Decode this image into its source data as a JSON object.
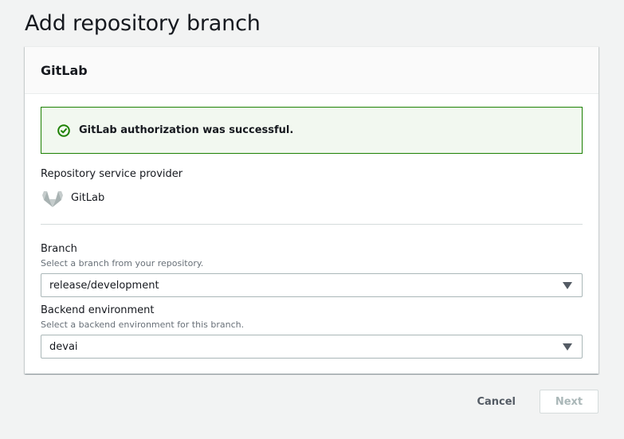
{
  "page": {
    "title": "Add repository branch"
  },
  "panel": {
    "header": "GitLab",
    "alert": {
      "icon": "check-circle-icon",
      "message": "GitLab authorization was successful.",
      "color": "#1d8102"
    },
    "provider": {
      "label": "Repository service provider",
      "icon": "gitlab-logo-icon",
      "name": "GitLab"
    },
    "branch": {
      "label": "Branch",
      "description": "Select a branch from your repository.",
      "value": "release/development"
    },
    "backend": {
      "label": "Backend environment",
      "description": "Select a backend environment for this branch.",
      "value": "devai"
    }
  },
  "actions": {
    "cancel": "Cancel",
    "next": "Next"
  }
}
